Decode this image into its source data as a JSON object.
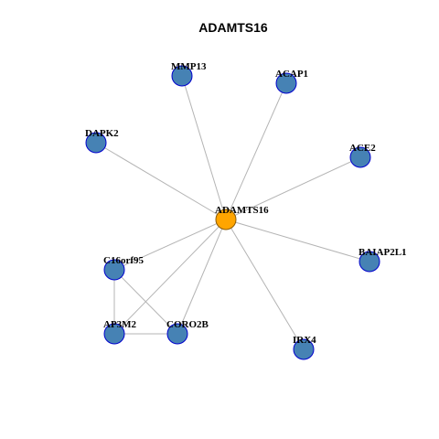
{
  "title": "ADAMTS16",
  "colors": {
    "hub_fill": "#ffa500",
    "hub_stroke": "#8b5a00",
    "node_fill": "#4682b4",
    "node_stroke": "#0000cd",
    "edge": "#b4b4b4"
  },
  "nodes": [
    {
      "id": "ADAMTS16",
      "label": "ADAMTS16",
      "hub": true
    },
    {
      "id": "MMP13",
      "label": "MMP13"
    },
    {
      "id": "ACAP1",
      "label": "ACAP1"
    },
    {
      "id": "DAPK2",
      "label": "DAPK2"
    },
    {
      "id": "ACE2",
      "label": "ACE2"
    },
    {
      "id": "C16orf95",
      "label": "C16orf95"
    },
    {
      "id": "BAIAP2L1",
      "label": "BAIAP2L1"
    },
    {
      "id": "AP3M2",
      "label": "AP3M2"
    },
    {
      "id": "CORO2B",
      "label": "CORO2B"
    },
    {
      "id": "IRX4",
      "label": "IRX4"
    }
  ],
  "edges": [
    [
      "ADAMTS16",
      "MMP13"
    ],
    [
      "ADAMTS16",
      "ACAP1"
    ],
    [
      "ADAMTS16",
      "DAPK2"
    ],
    [
      "ADAMTS16",
      "ACE2"
    ],
    [
      "ADAMTS16",
      "C16orf95"
    ],
    [
      "ADAMTS16",
      "BAIAP2L1"
    ],
    [
      "ADAMTS16",
      "AP3M2"
    ],
    [
      "ADAMTS16",
      "CORO2B"
    ],
    [
      "ADAMTS16",
      "IRX4"
    ],
    [
      "C16orf95",
      "AP3M2"
    ],
    [
      "C16orf95",
      "CORO2B"
    ],
    [
      "AP3M2",
      "CORO2B"
    ]
  ]
}
